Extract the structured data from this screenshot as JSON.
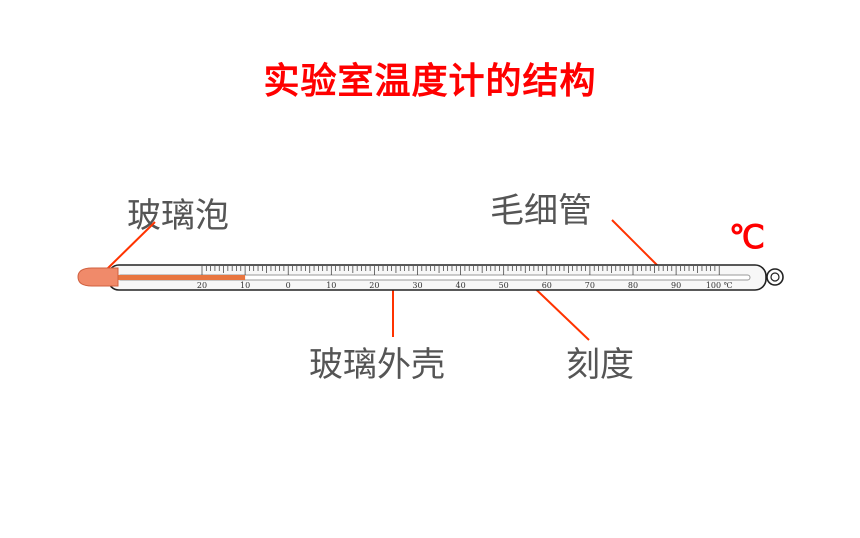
{
  "title": "实验室温度计的结构",
  "labels": {
    "bulb": "玻璃泡",
    "capillary": "毛细管",
    "shell": "玻璃外壳",
    "scale": "刻度"
  },
  "unit": "℃",
  "scale": {
    "tick_labels": [
      "20",
      "10",
      "0",
      "10",
      "20",
      "30",
      "40",
      "50",
      "60",
      "70",
      "80",
      "90",
      "100 ℃"
    ]
  },
  "reading": {
    "liquid_top_label": "10"
  },
  "colors": {
    "title": "#ff0000",
    "unit": "#ff0000",
    "leader_lines": "#ff3300",
    "label_text": "#555555",
    "liquid": "#e8753f",
    "bulb": "#f08a6a"
  }
}
